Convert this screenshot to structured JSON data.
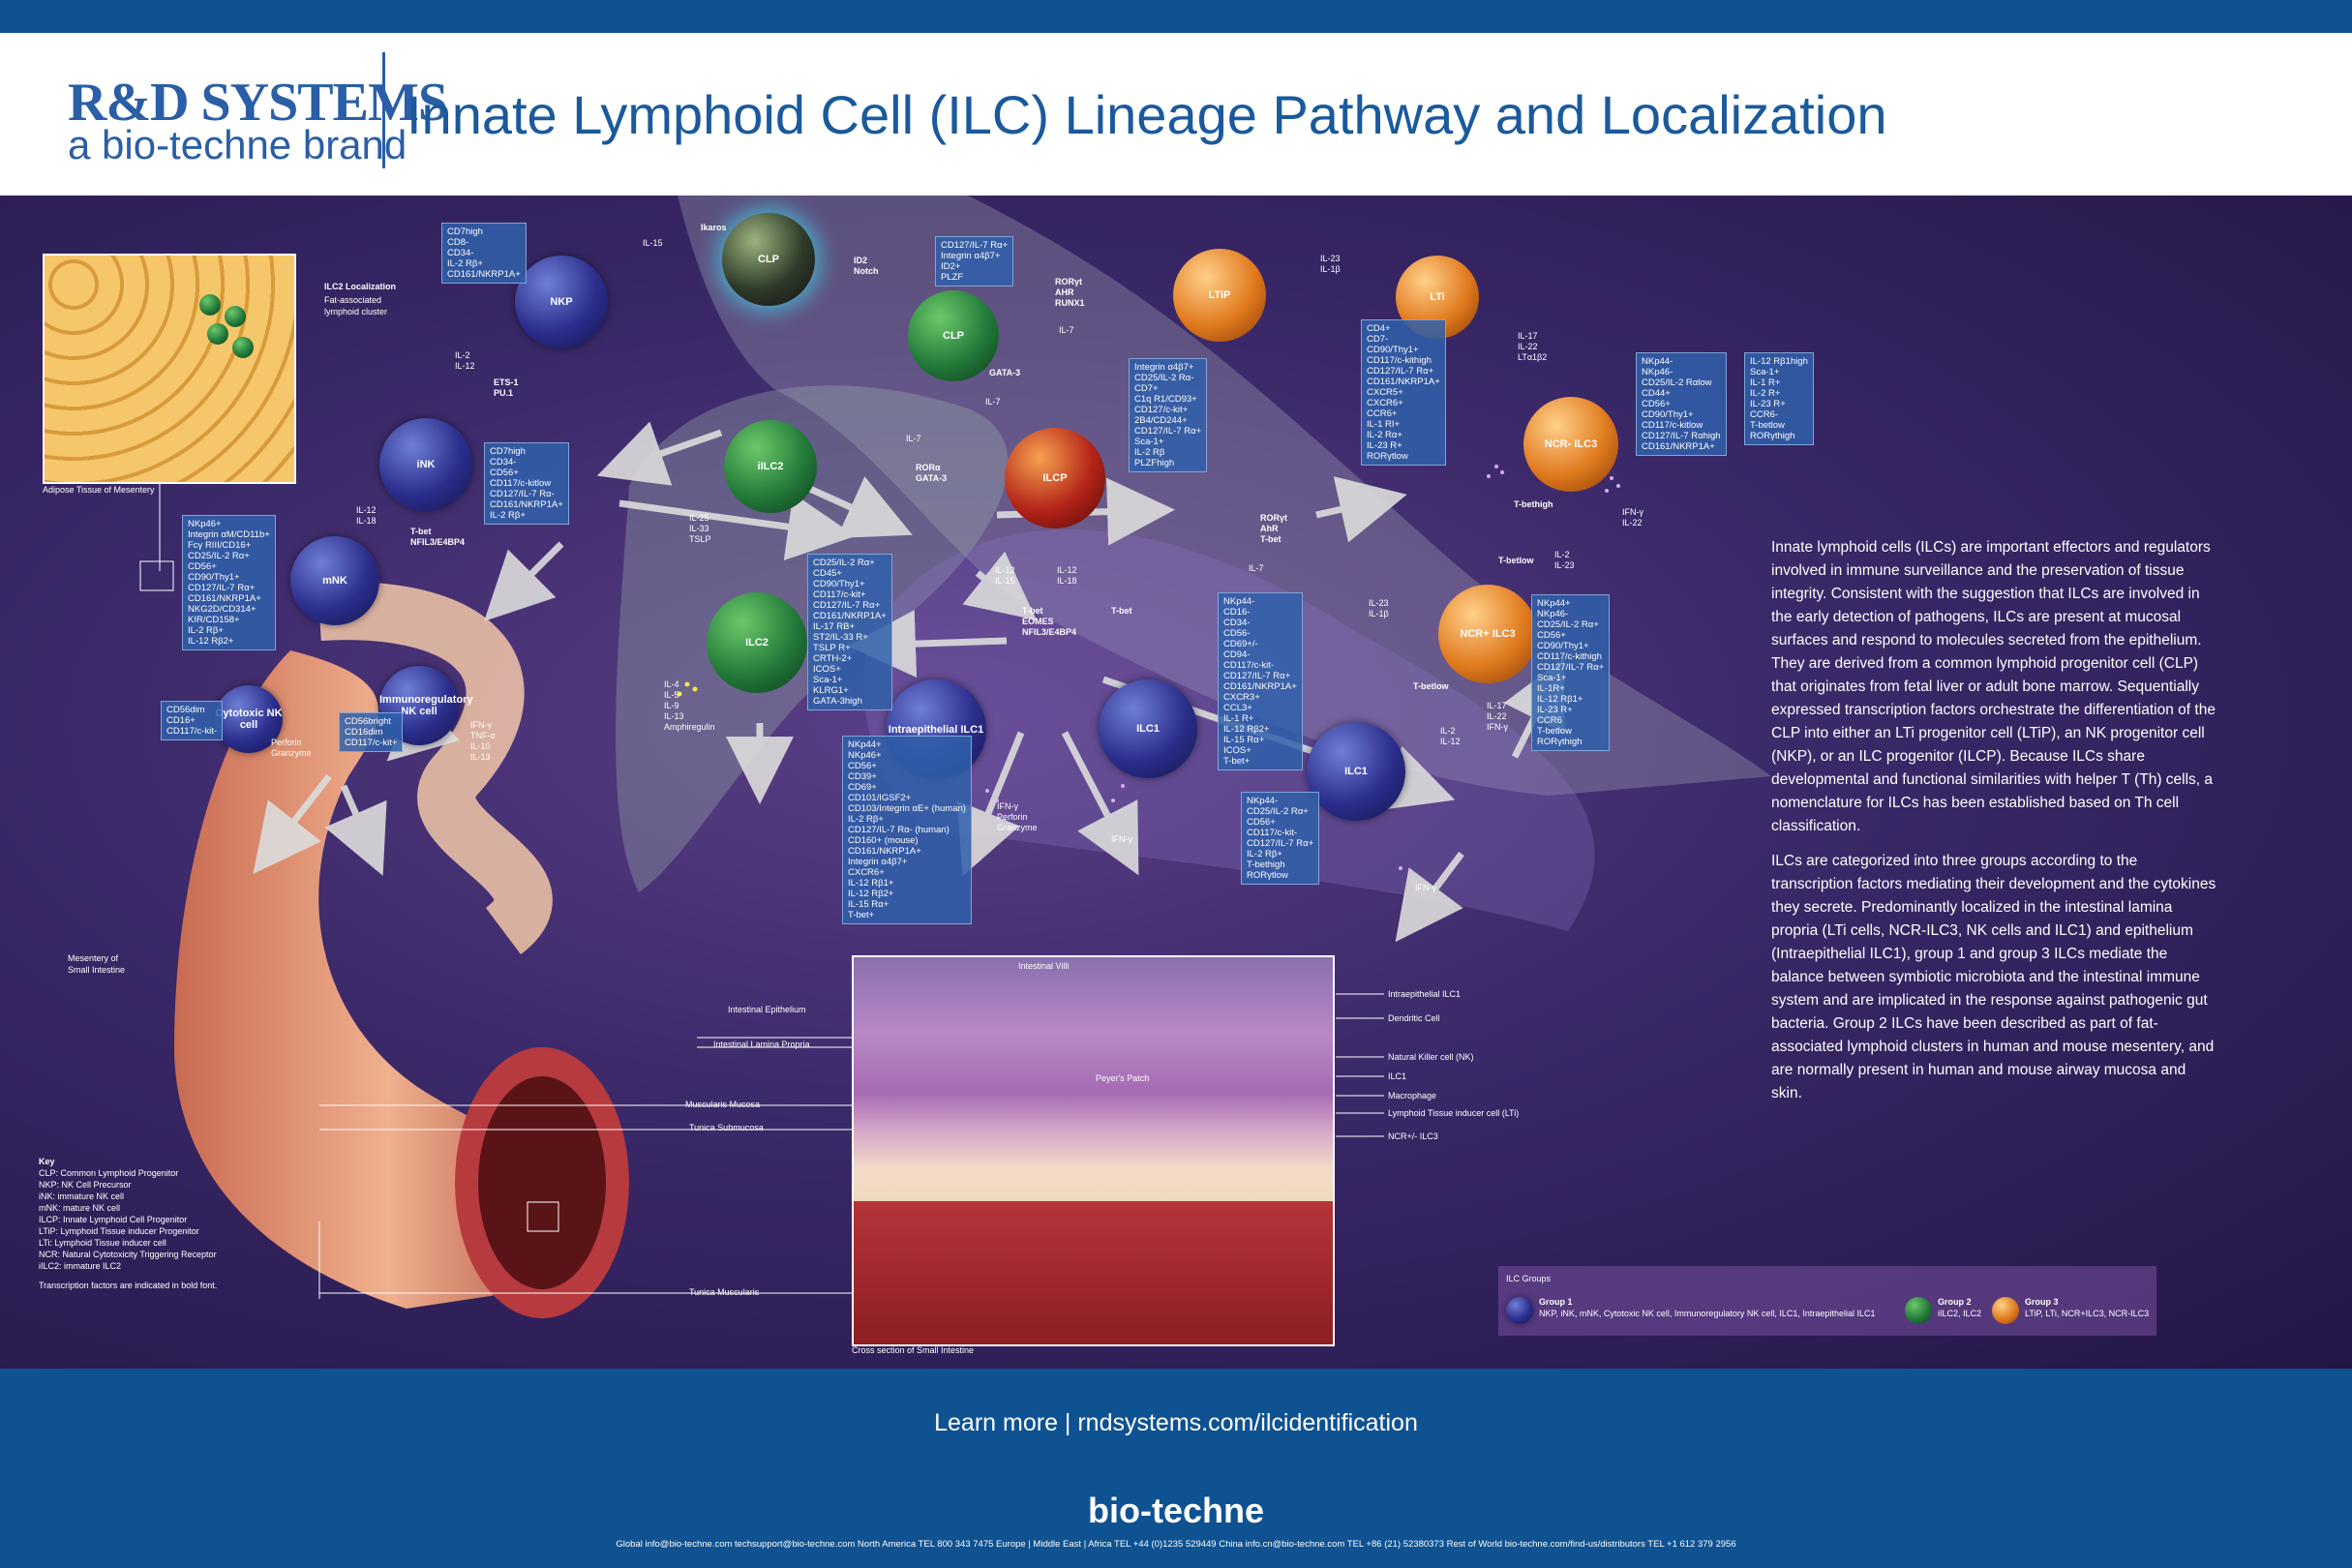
{
  "header": {
    "logo_line1": "R&D SYSTEMS",
    "logo_line2": "a bio-techne brand",
    "title": "Innate Lymphoid Cell (ILC) Lineage Pathway and Localization"
  },
  "cells": {
    "clp": "CLP",
    "nkp": "NKP",
    "clp2": "CLP",
    "ltip": "LTiP",
    "lti": "LTi",
    "inK": "iNK",
    "ilcp": "ILCP",
    "iilc2": "iILC2",
    "ilc2": "ILC2",
    "mnk": "mNK",
    "ncr_neg_ilc3": "NCR- ILC3",
    "ncr_pos_ilc3": "NCR+ ILC3",
    "cytotoxic_nk": "Cytotoxic NK cell",
    "immunoregulatory_nk": "Immunoregulatory NK cell",
    "intraepithelial_ilc1": "Intraepithelial ILC1",
    "ilc1_a": "ILC1",
    "ilc1_b": "ILC1"
  },
  "transcription_factors": {
    "ikaros": "Ikaros",
    "id2_notch": "ID2\nNotch",
    "ets1": "ETS-1\nPU.1",
    "ror_ahr": "RORγt\nAHR\nRUNX1",
    "gata3": "GATA-3",
    "ror_gata": "RORα\nGATA-3",
    "tbet_nfil": "T-bet\nNFIL3/E4BP4",
    "tbet_eomes": "T-bet\nEOMES\nNFIL3/E4BP4",
    "tbet": "T-bet",
    "ror_ahr_tbet": "RORγt\nAhR\nT-bet",
    "tbet_high": "T-bethigh",
    "tbet_low": "T-betlow",
    "tbet_low2": "T-betlow"
  },
  "cytokines": {
    "il15": "IL-15",
    "il7a": "IL-7",
    "il7b": "IL-7",
    "il7c": "IL-7",
    "il7d": "IL-7",
    "il2_12": "IL-2\nIL-12",
    "il12_18a": "IL-12\nIL-18",
    "il23_1b_a": "IL-23\nIL-1β",
    "il17_22": "IL-17\nIL-22\nLTα1β2",
    "il25_33": "IL-25\nIL-33\nTSLP",
    "il12_15": "IL-12\nIL-15",
    "il12_18b": "IL-12\nIL-18",
    "il23_1b_b": "IL-23\nIL-1β",
    "il2_23": "IL-2\nIL-23",
    "il2_12b": "IL-2\nIL-12",
    "il17_ifn": "IL-17\nIL-22\nIFN-γ",
    "ifn_il22": "IFN-γ\nIL-22",
    "il4_13": "IL-4\nIL-5\nIL-9\nIL-13\nAmphiregulin",
    "ifn_perf": "IFN-γ\nPerforin\nGranzyme",
    "ifn_a": "IFN-γ",
    "ifn_b": "IFN-γ",
    "perforin": "Perforin\nGranzyme",
    "ifn_tnf": "IFN-γ\nTNF-α\nIL-10\nIL-13"
  },
  "marker_boxes": {
    "nkp": "CD7high\nCD8-\nCD34-\nIL-2 Rβ+\nCD161/NKRP1A+",
    "clp": "CD127/IL-7 Rα+\nIntegrin α4β7+\nID2+\nPLZF",
    "ink": "CD7high\nCD34-\nCD56+\nCD117/c-kitlow\nCD127/IL-7 Rα-\nCD161/NKRP1A+\nIL-2 Rβ+",
    "mnk": "NKp46+\nIntegrin αM/CD11b+\nFcγ RIII/CD16+\nCD25/IL-2 Rα+\nCD56+\nCD90/Thy1+\nCD127/IL-7 Rα+\nCD161/NKRP1A+\nNKG2D/CD314+\nKIR/CD158+\nIL-2 Rβ+\nIL-12 Rβ2+",
    "ilcp": "Integrin α4β7+\nCD25/IL-2 Rα-\nCD7+\nC1q R1/CD93+\nCD127/c-kit+\n2B4/CD244+\nCD127/IL-7 Rα+\nSca-1+\nIL-2 Rβ\nPLZFhigh",
    "lti": "CD4+\nCD7-\nCD90/Thy1+\nCD117/c-kithigh\nCD127/IL-7 Rα+\nCD161/NKRP1A+\nCXCR5+\nCXCR6+\nCCR6+\nIL-1 RI+\nIL-2 Rα+\nIL-23 R+\nRORγtlow",
    "ncr_neg": "NKp44-\nNKp46-\nCD25/IL-2 Rαlow\nCD44+\nCD56+\nCD90/Thy1+\nCD117/c-kitlow\nCD127/IL-7 Rαhigh\nCD161/NKRP1A+",
    "ncr_neg2": "IL-12 Rβ1high\nSca-1+\nIL-1 R+\nIL-2 R+\nIL-23 R+\nCCR6-\nT-betlow\nRORγthigh",
    "ilc2": "CD25/IL-2 Rα+\nCD45+\nCD90/Thy1+\nCD117/c-kit+\nCD127/IL-7 Rα+\nCD161/NKRP1A+\nIL-17 RB+\nST2/IL-33 R+\nTSLP R+\nCRTH-2+\nICOS+\nSca-1+\nKLRG1+\nGATA-3high",
    "ilc1": "NKp44-\nCD16-\nCD34-\nCD56-\nCD69+/-\nCD94-\nCD117/c-kit-\nCD127/IL-7 Rα+\nCD161/NKRP1A+\nCXCR3+\nCCL3+\nIL-1 R+\nIL-12 Rβ2+\nIL-15 Rα+\nICOS+\nT-bet+",
    "intra": "NKp44+\nNKp46+\nCD56+\nCD39+\nCD69+\nCD101/IGSF2+\nCD103/Integrin αE+ (human)\nIL-2 Rβ+\nCD127/IL-7 Rα- (human)\nCD160+ (mouse)\nCD161/NKRP1A+\nIntegrin α4β7+\nCXCR6+\nIL-12 Rβ1+\nIL-12 Rβ2+\nIL-15 Rα+\nT-bet+",
    "ncr_pos": "NKp44+\nNKp46-\nCD25/IL-2 Rα+\nCD56+\nCD90/Thy1+\nCD117/c-kithigh\nCD127/IL-7 Rα+\nSca-1+\nIL-1R+\nIL-12 Rβ1+\nIL-23 R+\nCCR6\nT-betlow\nRORγthigh",
    "ilc1b": "NKp44-\nCD25/IL-2 Rα+\nCD56+\nCD117/c-kit-\nCD127/IL-7 Rα+\nIL-2 Rβ+\nT-bethigh\nRORγtlow",
    "cyto": "CD56dim\nCD16+\nCD117/c-kit-",
    "immuno": "CD56bright\nCD16dim\nCD117/c-kit+"
  },
  "inset": {
    "title": "ILC2 Localization",
    "sub": "Fat-associated lymphoid cluster",
    "caption": "Adipose Tissue of Mesentery"
  },
  "anatomy": {
    "mesentery": "Mesentery of\nSmall Intestine",
    "cross_section": "Cross section of Small Intestine",
    "villi": "Intestinal Villi",
    "peyers": "Peyer's Patch",
    "left_labels": [
      "Intestinal Epithelium",
      "Intestinal Lamina Propria",
      "Muscularis Mucosa",
      "Tunica Submucosa",
      "Tunica Muscularis"
    ],
    "right_labels": [
      "Intraepithelial ILC1",
      "Dendritic Cell",
      "Natural Killer cell (NK)",
      "ILC1",
      "Macrophage",
      "Lymphoid Tissue inducer cell (LTi)",
      "NCR+/- ILC3"
    ]
  },
  "key": {
    "title": "Key",
    "items": [
      "CLP: Common Lymphoid Progenitor",
      "NKP: NK Cell Precursor",
      "iNK: immature NK cell",
      "mNK: mature NK cell",
      "ILCP: Innate Lymphoid Cell Progenitor",
      "LTiP: Lymphoid Tissue inducer Progenitor",
      "LTi: Lymphoid Tissue inducer cell",
      "NCR: Natural Cytotoxicity Triggering Receptor",
      "iILC2: immature ILC2"
    ],
    "note": "Transcription factors are indicated in bold font."
  },
  "description": [
    "Innate lymphoid cells (ILCs) are important effectors and regulators involved in immune surveillance and the preservation of tissue integrity. Consistent with the suggestion that ILCs are involved in the early detection of pathogens, ILCs are present at mucosal surfaces and respond to molecules secreted from the epithelium. They are derived from a common lymphoid progenitor cell (CLP) that originates from fetal liver or adult bone marrow. Sequentially expressed transcription factors orchestrate the differentiation of the CLP into either an LTi progenitor cell (LTiP), an NK progenitor cell (NKP), or an ILC progenitor (ILCP). Because ILCs share developmental and functional similarities with helper T (Th) cells, a nomenclature for ILCs has been established based on Th cell classification.",
    "ILCs are categorized into three groups according to the transcription factors mediating their development and the cytokines they secrete. Predominantly localized in the intestinal lamina propria (LTi cells, NCR-ILC3, NK cells and ILC1) and epithelium (Intraepithelial ILC1), group 1 and group 3 ILCs mediate the balance between symbiotic microbiota and the intestinal immune system and are implicated in the response against pathogenic gut bacteria. Group 2 ILCs have been described as part of fat-associated lymphoid clusters in human and mouse mesentery, and are normally present in human and mouse airway mucosa and skin."
  ],
  "legend": {
    "title": "ILC Groups",
    "g1_title": "Group 1",
    "g1_text": "NKP, iNK, mNK, Cytotoxic NK cell, Immunoregulatory NK cell, ILC1, Intraepithelial ILC1",
    "g2_title": "Group 2",
    "g2_text": "iILC2, ILC2",
    "g3_title": "Group 3",
    "g3_text": "LTiP, LTi, NCR+ILC3, NCR-ILC3"
  },
  "footer": {
    "learn": "Learn more  |  rndsystems.com/ilcidentification",
    "brand": "bio-techne",
    "contact": "Global info@bio-techne.com techsupport@bio-techne.com   North America TEL 800 343 7475   Europe | Middle East | Africa TEL +44 (0)1235 529449   China info.cn@bio-techne.com TEL +86 (21) 52380373   Rest of World bio-techne.com/find-us/distributors TEL +1 612 379 2956"
  },
  "colors": {
    "brand_blue": "#0f5291",
    "group1": "#2b2e8c",
    "group2": "#237a3a",
    "group3": "#e07a1e"
  }
}
